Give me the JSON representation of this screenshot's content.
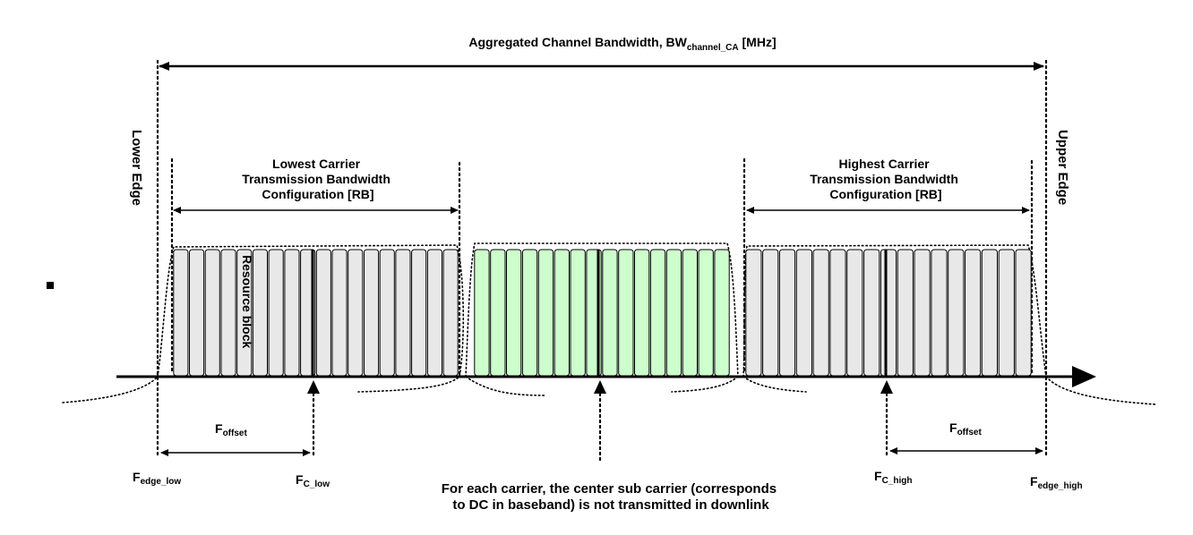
{
  "title": {
    "main": "Aggregated Channel Bandwidth, BW",
    "sub": "channel_CA",
    "unit": " [MHz]"
  },
  "edges": {
    "lower": "Lower Edge",
    "upper": "Upper Edge"
  },
  "lowest_carrier": {
    "line1": "Lowest Carrier",
    "line2": "Transmission Bandwidth",
    "line3": "Configuration [RB]",
    "rb_label": "Resource block",
    "rb_count": 18,
    "fill": "#e8e8e8"
  },
  "middle_carrier": {
    "rb_count": 16,
    "fill": "#ccffcc"
  },
  "highest_carrier": {
    "line1": "Highest Carrier",
    "line2": "Transmission Bandwidth",
    "line3": "Configuration [RB]",
    "rb_count": 17,
    "fill": "#e8e8e8"
  },
  "labels": {
    "f_offset_left": {
      "main": "F",
      "sub": "offset"
    },
    "f_offset_right": {
      "main": "F",
      "sub": "offset"
    },
    "f_edge_low": {
      "main": "F",
      "sub": "edge_low"
    },
    "f_c_low": {
      "main": "F",
      "sub": "C_low"
    },
    "f_c_high": {
      "main": "F",
      "sub": "C_high"
    },
    "f_edge_high": {
      "main": "F",
      "sub": "edge_high"
    }
  },
  "note": {
    "line1": "For each carrier, the center sub carrier (corresponds",
    "line2": "to DC in baseband) is not transmitted in downlink"
  }
}
